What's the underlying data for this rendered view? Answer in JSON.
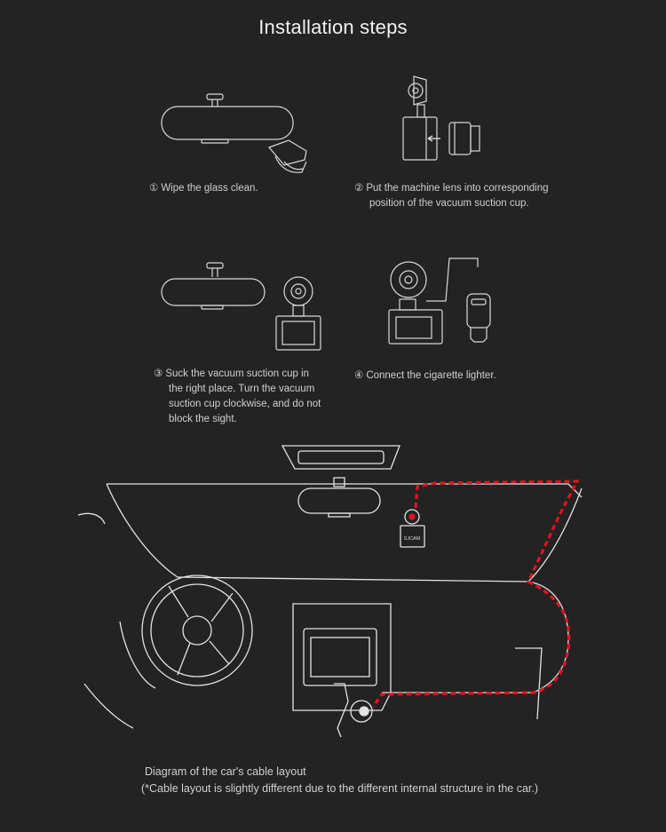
{
  "page": {
    "title": "Installation steps"
  },
  "steps": [
    {
      "num": "①",
      "lines": [
        "Wipe the glass clean."
      ]
    },
    {
      "num": "②",
      "lines": [
        "Put the machine lens into corresponding",
        "position of the vacuum suction cup."
      ]
    },
    {
      "num": "③",
      "lines": [
        "Suck the vacuum suction cup in",
        "the right place. Turn the vacuum",
        "suction cup clockwise, and do not",
        "block the sight."
      ]
    },
    {
      "num": "④",
      "lines": [
        "Connect the cigarette lighter."
      ]
    }
  ],
  "diagram": {
    "brand_label": "SJCAM",
    "caption": "Diagram of the car's cable layout",
    "note": "(*Cable layout is slightly different due to the different internal structure in the car.)",
    "cable_color": "#e0141e"
  }
}
